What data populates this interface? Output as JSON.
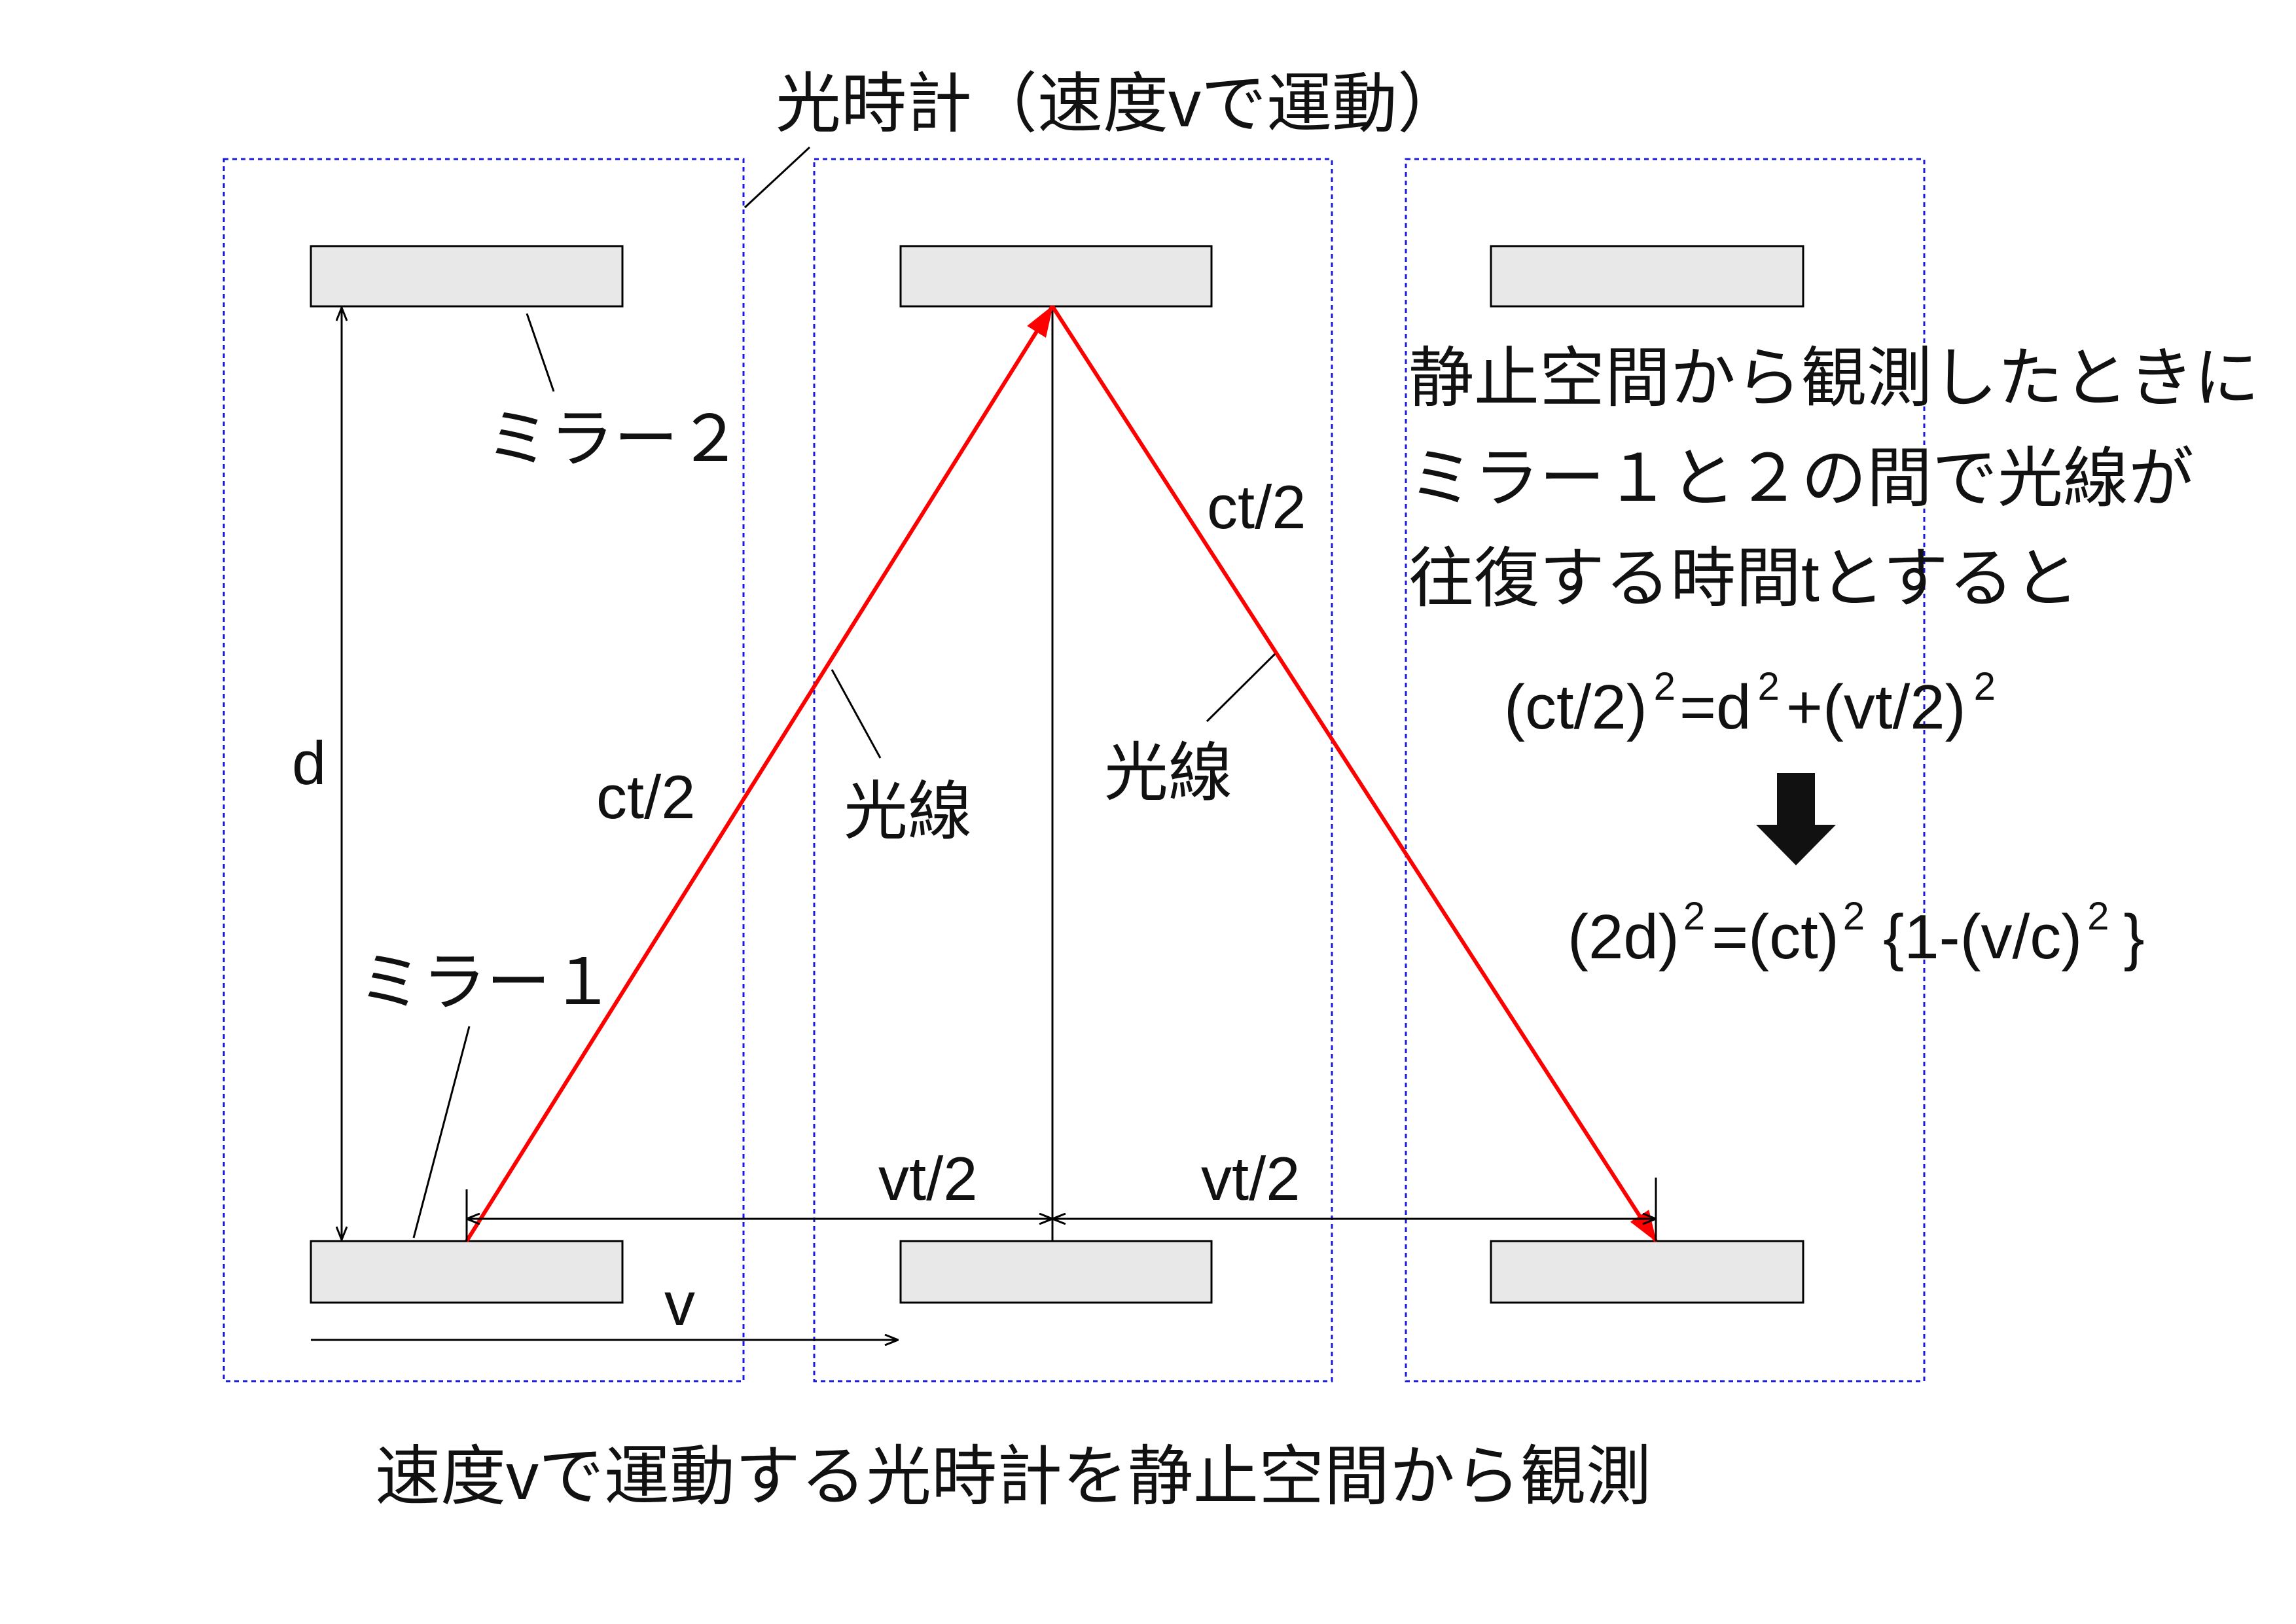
{
  "title": "光時計（速度vで運動）",
  "labels": {
    "mirror2": "ミラー２",
    "mirror1": "ミラー１",
    "d": "d",
    "ct2_left": "ct/2",
    "ct2_right": "ct/2",
    "ray_left": "光線",
    "ray_right": "光線",
    "vt2_left": "vt/2",
    "vt2_right": "vt/2",
    "v": "v"
  },
  "explanation": [
    "静止空間から観測したときに",
    "ミラー１と２の間で光線が",
    "往復する時間tとすると"
  ],
  "equations": [
    {
      "parts": [
        "(ct/2)",
        "2",
        "=d",
        "2",
        "+(vt/2)",
        "2"
      ]
    },
    {
      "parts": [
        "(2d)",
        "2",
        "=(ct)",
        "2",
        "{1-(v/c)",
        "2",
        "}"
      ]
    }
  ],
  "caption": "速度vで運動する光時計を静止空間から観測",
  "colors": {
    "light_ray": "#ff0000",
    "frame": "#1a1adc",
    "mirror_fill": "#e8e8e8",
    "line": "#000000"
  }
}
